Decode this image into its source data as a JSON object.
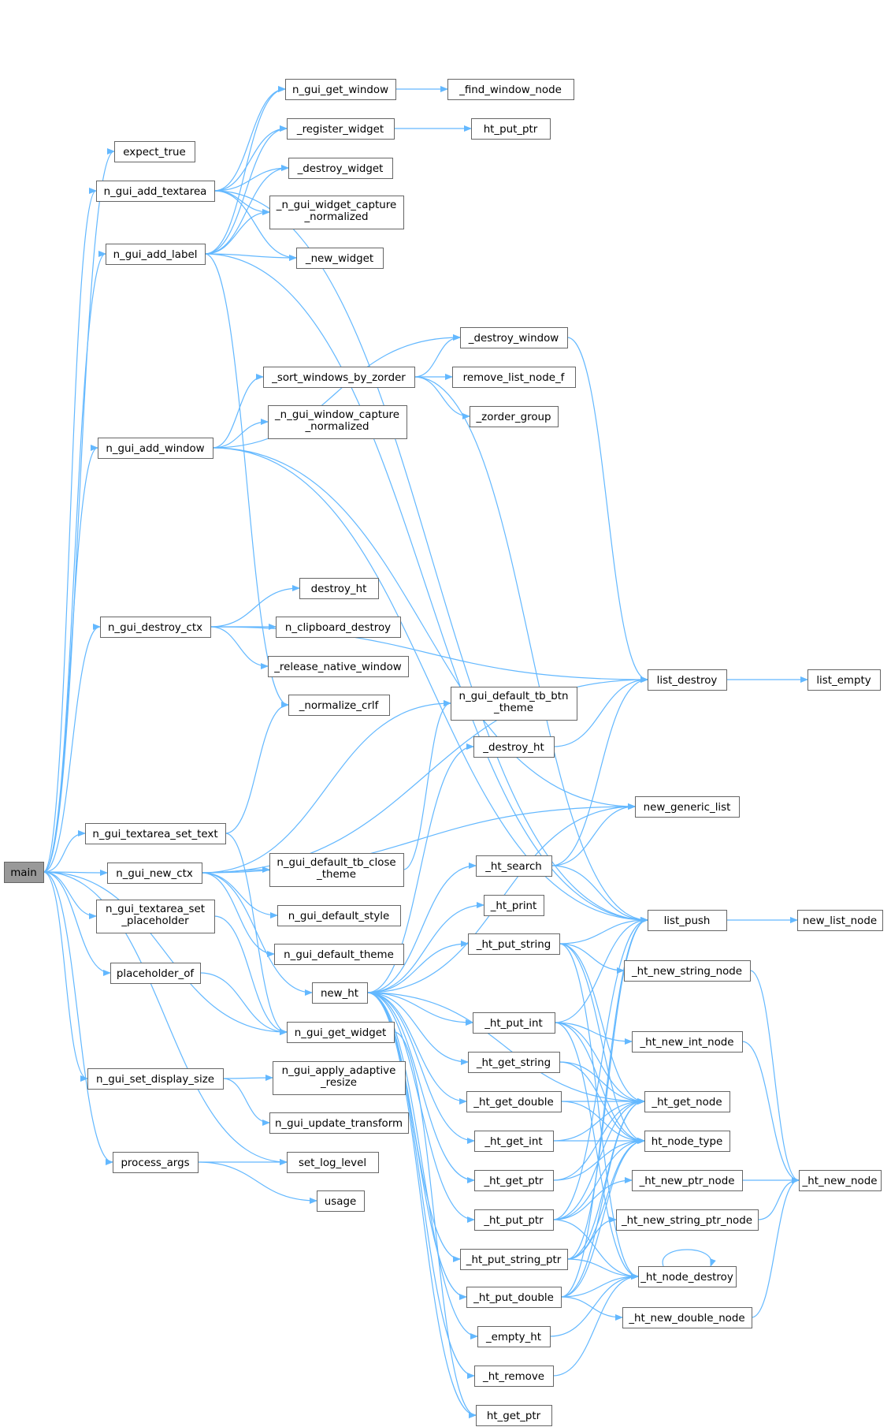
{
  "diagram": {
    "type": "call-graph",
    "colors": {
      "edge": "#63b8ff",
      "node_fill": "#ffffff",
      "node_stroke": "#666666",
      "root_fill": "#999999",
      "root_stroke": "#666666",
      "text": "#000000"
    },
    "nodes": [
      {
        "id": "main",
        "lines": [
          "main"
        ],
        "root": true
      },
      {
        "id": "expect_true",
        "lines": [
          "expect_true"
        ]
      },
      {
        "id": "n_gui_add_textarea",
        "lines": [
          "n_gui_add_textarea"
        ]
      },
      {
        "id": "n_gui_add_label",
        "lines": [
          "n_gui_add_label"
        ]
      },
      {
        "id": "n_gui_add_window",
        "lines": [
          "n_gui_add_window"
        ]
      },
      {
        "id": "n_gui_destroy_ctx",
        "lines": [
          "n_gui_destroy_ctx"
        ]
      },
      {
        "id": "n_gui_textarea_set_text",
        "lines": [
          "n_gui_textarea_set_text"
        ]
      },
      {
        "id": "n_gui_new_ctx",
        "lines": [
          "n_gui_new_ctx"
        ]
      },
      {
        "id": "n_gui_textarea_set_placeholder",
        "lines": [
          "n_gui_textarea_set",
          "_placeholder"
        ]
      },
      {
        "id": "placeholder_of",
        "lines": [
          "placeholder_of"
        ]
      },
      {
        "id": "n_gui_set_display_size",
        "lines": [
          "n_gui_set_display_size"
        ]
      },
      {
        "id": "process_args",
        "lines": [
          "process_args"
        ]
      },
      {
        "id": "n_gui_get_window",
        "lines": [
          "n_gui_get_window"
        ]
      },
      {
        "id": "_register_widget",
        "lines": [
          "_register_widget"
        ]
      },
      {
        "id": "_destroy_widget",
        "lines": [
          "_destroy_widget"
        ]
      },
      {
        "id": "_n_gui_widget_capture_normalized",
        "lines": [
          "_n_gui_widget_capture",
          "_normalized"
        ]
      },
      {
        "id": "_new_widget",
        "lines": [
          "_new_widget"
        ]
      },
      {
        "id": "_sort_windows_by_zorder",
        "lines": [
          "_sort_windows_by_zorder"
        ]
      },
      {
        "id": "_n_gui_window_capture_normalized",
        "lines": [
          "_n_gui_window_capture",
          "_normalized"
        ]
      },
      {
        "id": "destroy_ht",
        "lines": [
          "destroy_ht"
        ]
      },
      {
        "id": "n_clipboard_destroy",
        "lines": [
          "n_clipboard_destroy"
        ]
      },
      {
        "id": "_release_native_window",
        "lines": [
          "_release_native_window"
        ]
      },
      {
        "id": "_normalize_crlf",
        "lines": [
          "_normalize_crlf"
        ]
      },
      {
        "id": "n_gui_default_tb_close_theme",
        "lines": [
          "n_gui_default_tb_close",
          "_theme"
        ]
      },
      {
        "id": "n_gui_default_style",
        "lines": [
          "n_gui_default_style"
        ]
      },
      {
        "id": "n_gui_default_theme",
        "lines": [
          "n_gui_default_theme"
        ]
      },
      {
        "id": "new_ht",
        "lines": [
          "new_ht"
        ]
      },
      {
        "id": "n_gui_get_widget",
        "lines": [
          "n_gui_get_widget"
        ]
      },
      {
        "id": "n_gui_apply_adaptive_resize",
        "lines": [
          "n_gui_apply_adaptive",
          "_resize"
        ]
      },
      {
        "id": "n_gui_update_transform",
        "lines": [
          "n_gui_update_transform"
        ]
      },
      {
        "id": "set_log_level",
        "lines": [
          "set_log_level"
        ]
      },
      {
        "id": "usage",
        "lines": [
          "usage"
        ]
      },
      {
        "id": "_find_window_node",
        "lines": [
          "_find_window_node"
        ]
      },
      {
        "id": "ht_put_ptr",
        "lines": [
          "ht_put_ptr"
        ]
      },
      {
        "id": "_destroy_window",
        "lines": [
          "_destroy_window"
        ]
      },
      {
        "id": "remove_list_node_f",
        "lines": [
          "remove_list_node_f"
        ]
      },
      {
        "id": "_zorder_group",
        "lines": [
          "_zorder_group"
        ]
      },
      {
        "id": "n_gui_default_tb_btn_theme",
        "lines": [
          "n_gui_default_tb_btn",
          "_theme"
        ]
      },
      {
        "id": "_destroy_ht",
        "lines": [
          "_destroy_ht"
        ]
      },
      {
        "id": "_ht_search",
        "lines": [
          "_ht_search"
        ]
      },
      {
        "id": "_ht_print",
        "lines": [
          "_ht_print"
        ]
      },
      {
        "id": "_ht_put_string",
        "lines": [
          "_ht_put_string"
        ]
      },
      {
        "id": "_ht_put_int",
        "lines": [
          "_ht_put_int"
        ]
      },
      {
        "id": "_ht_get_string",
        "lines": [
          "_ht_get_string"
        ]
      },
      {
        "id": "_ht_get_double",
        "lines": [
          "_ht_get_double"
        ]
      },
      {
        "id": "_ht_get_int",
        "lines": [
          "_ht_get_int"
        ]
      },
      {
        "id": "_ht_get_ptr",
        "lines": [
          "_ht_get_ptr"
        ]
      },
      {
        "id": "_ht_put_ptr",
        "lines": [
          "_ht_put_ptr"
        ]
      },
      {
        "id": "_ht_put_string_ptr",
        "lines": [
          "_ht_put_string_ptr"
        ]
      },
      {
        "id": "_ht_put_double",
        "lines": [
          "_ht_put_double"
        ]
      },
      {
        "id": "_empty_ht",
        "lines": [
          "_empty_ht"
        ]
      },
      {
        "id": "_ht_remove",
        "lines": [
          "_ht_remove"
        ]
      },
      {
        "id": "ht_get_ptr",
        "lines": [
          "ht_get_ptr"
        ]
      },
      {
        "id": "list_destroy",
        "lines": [
          "list_destroy"
        ]
      },
      {
        "id": "new_generic_list",
        "lines": [
          "new_generic_list"
        ]
      },
      {
        "id": "list_push",
        "lines": [
          "list_push"
        ]
      },
      {
        "id": "_ht_new_string_node",
        "lines": [
          "_ht_new_string_node"
        ]
      },
      {
        "id": "_ht_new_int_node",
        "lines": [
          "_ht_new_int_node"
        ]
      },
      {
        "id": "_ht_get_node",
        "lines": [
          "_ht_get_node"
        ]
      },
      {
        "id": "ht_node_type",
        "lines": [
          "ht_node_type"
        ]
      },
      {
        "id": "_ht_new_ptr_node",
        "lines": [
          "_ht_new_ptr_node"
        ]
      },
      {
        "id": "_ht_new_string_ptr_node",
        "lines": [
          "_ht_new_string_ptr_node"
        ]
      },
      {
        "id": "_ht_node_destroy",
        "lines": [
          "_ht_node_destroy"
        ]
      },
      {
        "id": "_ht_new_double_node",
        "lines": [
          "_ht_new_double_node"
        ]
      },
      {
        "id": "list_empty",
        "lines": [
          "list_empty"
        ]
      },
      {
        "id": "new_list_node",
        "lines": [
          "new_list_node"
        ]
      },
      {
        "id": "_ht_new_node",
        "lines": [
          "_ht_new_node"
        ]
      }
    ],
    "edges": [
      [
        "main",
        "expect_true"
      ],
      [
        "main",
        "n_gui_add_textarea"
      ],
      [
        "main",
        "n_gui_add_label"
      ],
      [
        "main",
        "n_gui_add_window"
      ],
      [
        "main",
        "n_gui_destroy_ctx"
      ],
      [
        "main",
        "n_gui_textarea_set_text"
      ],
      [
        "main",
        "n_gui_new_ctx"
      ],
      [
        "main",
        "n_gui_textarea_set_placeholder"
      ],
      [
        "main",
        "placeholder_of"
      ],
      [
        "main",
        "n_gui_get_widget"
      ],
      [
        "main",
        "n_gui_set_display_size"
      ],
      [
        "main",
        "set_log_level"
      ],
      [
        "main",
        "process_args"
      ],
      [
        "n_gui_add_textarea",
        "n_gui_get_window"
      ],
      [
        "n_gui_add_textarea",
        "_register_widget"
      ],
      [
        "n_gui_add_textarea",
        "_destroy_widget"
      ],
      [
        "n_gui_add_textarea",
        "_n_gui_widget_capture_normalized"
      ],
      [
        "n_gui_add_textarea",
        "_new_widget"
      ],
      [
        "n_gui_add_textarea",
        "list_push"
      ],
      [
        "n_gui_add_label",
        "n_gui_get_window"
      ],
      [
        "n_gui_add_label",
        "_register_widget"
      ],
      [
        "n_gui_add_label",
        "_destroy_widget"
      ],
      [
        "n_gui_add_label",
        "_n_gui_widget_capture_normalized"
      ],
      [
        "n_gui_add_label",
        "_new_widget"
      ],
      [
        "n_gui_add_label",
        "_normalize_crlf"
      ],
      [
        "n_gui_add_label",
        "list_push"
      ],
      [
        "n_gui_get_window",
        "_find_window_node"
      ],
      [
        "_register_widget",
        "ht_put_ptr"
      ],
      [
        "n_gui_add_window",
        "_destroy_window"
      ],
      [
        "n_gui_add_window",
        "_sort_windows_by_zorder"
      ],
      [
        "n_gui_add_window",
        "_n_gui_window_capture_normalized"
      ],
      [
        "n_gui_add_window",
        "list_push"
      ],
      [
        "n_gui_add_window",
        "new_generic_list"
      ],
      [
        "_sort_windows_by_zorder",
        "_destroy_window"
      ],
      [
        "_sort_windows_by_zorder",
        "remove_list_node_f"
      ],
      [
        "_sort_windows_by_zorder",
        "_zorder_group"
      ],
      [
        "_sort_windows_by_zorder",
        "list_push"
      ],
      [
        "_destroy_window",
        "list_destroy"
      ],
      [
        "n_gui_destroy_ctx",
        "destroy_ht"
      ],
      [
        "n_gui_destroy_ctx",
        "n_clipboard_destroy"
      ],
      [
        "n_gui_destroy_ctx",
        "_release_native_window"
      ],
      [
        "n_gui_destroy_ctx",
        "list_destroy"
      ],
      [
        "n_gui_textarea_set_text",
        "_normalize_crlf"
      ],
      [
        "n_gui_textarea_set_text",
        "n_gui_get_widget"
      ],
      [
        "n_gui_new_ctx",
        "n_gui_default_tb_close_theme"
      ],
      [
        "n_gui_new_ctx",
        "n_gui_default_style"
      ],
      [
        "n_gui_new_ctx",
        "n_gui_default_theme"
      ],
      [
        "n_gui_new_ctx",
        "new_ht"
      ],
      [
        "n_gui_new_ctx",
        "n_gui_default_tb_btn_theme"
      ],
      [
        "n_gui_new_ctx",
        "list_destroy"
      ],
      [
        "n_gui_new_ctx",
        "new_generic_list"
      ],
      [
        "n_gui_textarea_set_placeholder",
        "n_gui_get_widget"
      ],
      [
        "placeholder_of",
        "n_gui_get_widget"
      ],
      [
        "n_gui_get_widget",
        "ht_get_ptr"
      ],
      [
        "n_gui_set_display_size",
        "n_gui_apply_adaptive_resize"
      ],
      [
        "n_gui_set_display_size",
        "n_gui_update_transform"
      ],
      [
        "process_args",
        "set_log_level"
      ],
      [
        "process_args",
        "usage"
      ],
      [
        "n_gui_default_tb_close_theme",
        "n_gui_default_tb_btn_theme"
      ],
      [
        "new_ht",
        "_destroy_ht"
      ],
      [
        "new_ht",
        "_ht_search"
      ],
      [
        "new_ht",
        "_ht_print"
      ],
      [
        "new_ht",
        "_ht_put_string"
      ],
      [
        "new_ht",
        "_ht_put_int"
      ],
      [
        "new_ht",
        "_ht_get_string"
      ],
      [
        "new_ht",
        "_ht_get_double"
      ],
      [
        "new_ht",
        "_ht_get_int"
      ],
      [
        "new_ht",
        "_ht_get_ptr"
      ],
      [
        "new_ht",
        "_ht_put_ptr"
      ],
      [
        "new_ht",
        "_ht_put_string_ptr"
      ],
      [
        "new_ht",
        "_ht_put_double"
      ],
      [
        "new_ht",
        "_empty_ht"
      ],
      [
        "new_ht",
        "_ht_remove"
      ],
      [
        "new_ht",
        "ht_get_ptr"
      ],
      [
        "new_ht",
        "new_generic_list"
      ],
      [
        "new_ht",
        "_ht_get_node"
      ],
      [
        "_destroy_ht",
        "list_destroy"
      ],
      [
        "_ht_search",
        "list_destroy"
      ],
      [
        "_ht_search",
        "new_generic_list"
      ],
      [
        "_ht_search",
        "list_push"
      ],
      [
        "_ht_put_string",
        "list_push"
      ],
      [
        "_ht_put_string",
        "_ht_new_string_node"
      ],
      [
        "_ht_put_string",
        "_ht_get_node"
      ],
      [
        "_ht_put_string",
        "ht_node_type"
      ],
      [
        "_ht_put_string",
        "_ht_node_destroy"
      ],
      [
        "_ht_put_int",
        "list_push"
      ],
      [
        "_ht_put_int",
        "_ht_new_int_node"
      ],
      [
        "_ht_put_int",
        "_ht_get_node"
      ],
      [
        "_ht_put_int",
        "ht_node_type"
      ],
      [
        "_ht_put_int",
        "_ht_node_destroy"
      ],
      [
        "_ht_get_string",
        "_ht_get_node"
      ],
      [
        "_ht_get_string",
        "ht_node_type"
      ],
      [
        "_ht_get_double",
        "_ht_get_node"
      ],
      [
        "_ht_get_double",
        "ht_node_type"
      ],
      [
        "_ht_get_int",
        "_ht_get_node"
      ],
      [
        "_ht_get_int",
        "ht_node_type"
      ],
      [
        "_ht_get_ptr",
        "_ht_get_node"
      ],
      [
        "_ht_get_ptr",
        "ht_node_type"
      ],
      [
        "_ht_put_ptr",
        "list_push"
      ],
      [
        "_ht_put_ptr",
        "_ht_new_ptr_node"
      ],
      [
        "_ht_put_ptr",
        "_ht_get_node"
      ],
      [
        "_ht_put_ptr",
        "ht_node_type"
      ],
      [
        "_ht_put_ptr",
        "_ht_node_destroy"
      ],
      [
        "_ht_put_string_ptr",
        "list_push"
      ],
      [
        "_ht_put_string_ptr",
        "_ht_new_string_ptr_node"
      ],
      [
        "_ht_put_string_ptr",
        "_ht_get_node"
      ],
      [
        "_ht_put_string_ptr",
        "ht_node_type"
      ],
      [
        "_ht_put_string_ptr",
        "_ht_node_destroy"
      ],
      [
        "_ht_put_double",
        "list_push"
      ],
      [
        "_ht_put_double",
        "_ht_new_double_node"
      ],
      [
        "_ht_put_double",
        "_ht_get_node"
      ],
      [
        "_ht_put_double",
        "ht_node_type"
      ],
      [
        "_ht_put_double",
        "_ht_node_destroy"
      ],
      [
        "_empty_ht",
        "_ht_node_destroy"
      ],
      [
        "_ht_remove",
        "_ht_node_destroy"
      ],
      [
        "_ht_new_string_node",
        "_ht_new_node"
      ],
      [
        "_ht_new_int_node",
        "_ht_new_node"
      ],
      [
        "_ht_new_ptr_node",
        "_ht_new_node"
      ],
      [
        "_ht_new_string_ptr_node",
        "_ht_new_node"
      ],
      [
        "_ht_new_double_node",
        "_ht_new_node"
      ],
      [
        "_ht_node_destroy",
        "_ht_node_destroy"
      ],
      [
        "list_destroy",
        "list_empty"
      ],
      [
        "list_push",
        "new_list_node"
      ]
    ]
  }
}
